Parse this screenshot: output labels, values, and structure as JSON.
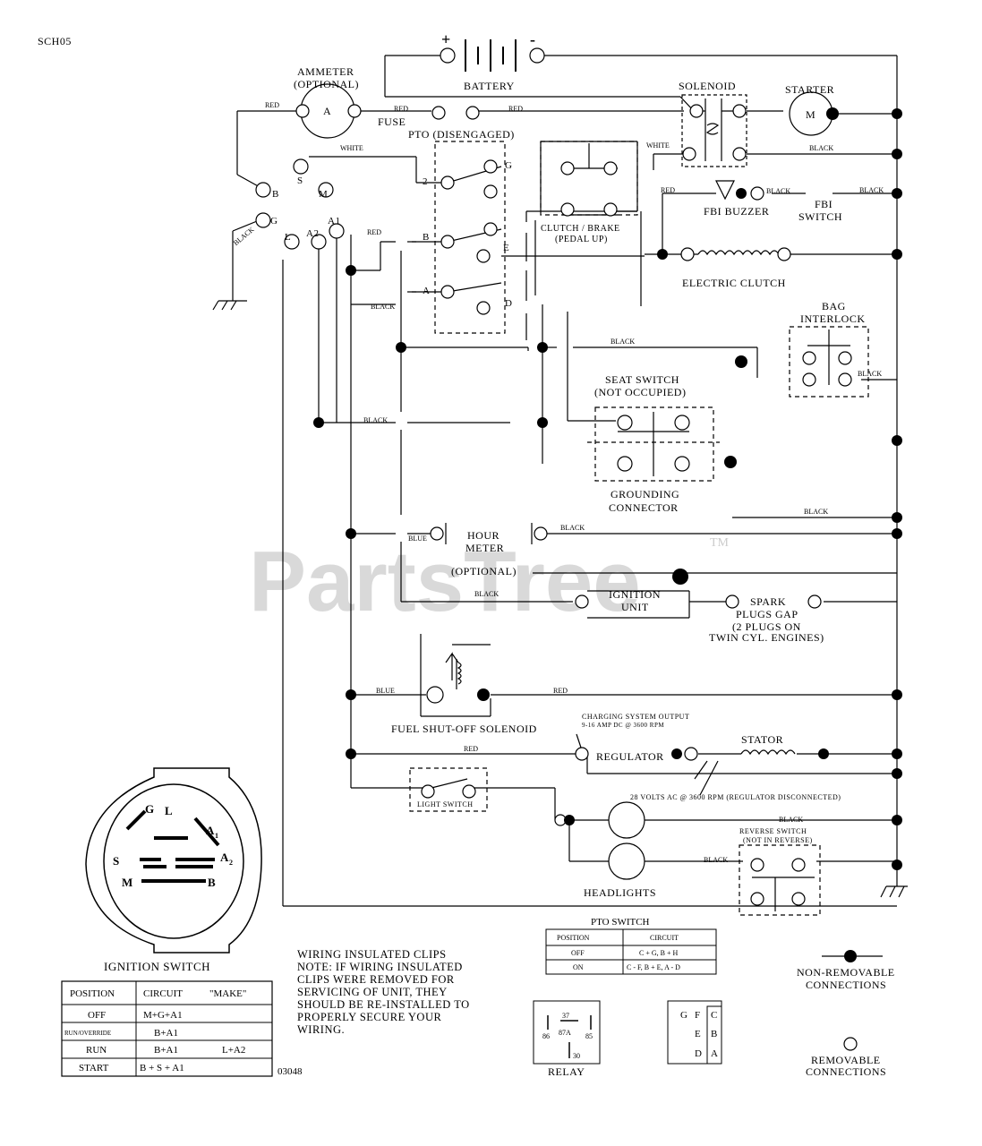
{
  "sheet_code": "SCH05",
  "drawing_number": "03048",
  "watermark": "PartsTree",
  "watermark_mark": "TM",
  "components": {
    "battery": "BATTERY",
    "battery_pos": "+",
    "battery_neg": "-",
    "ammeter_l1": "AMMETER",
    "ammeter_l2": "(OPTIONAL)",
    "ammeter_sym": "A",
    "fuse": "FUSE",
    "solenoid": "SOLENOID",
    "starter": "STARTER",
    "starter_sym": "M",
    "pto": "PTO (DISENGAGED)",
    "clutch_brake_l1": "CLUTCH / BRAKE",
    "clutch_brake_l2": "(PEDAL UP)",
    "fbi_buzzer": "FBI BUZZER",
    "fbi_switch_l1": "FBI",
    "fbi_switch_l2": "SWITCH",
    "electric_clutch": "ELECTRIC CLUTCH",
    "bag_interlock_l1": "BAG",
    "bag_interlock_l2": "INTERLOCK",
    "seat_switch_l1": "SEAT SWITCH",
    "seat_switch_l2": "(NOT OCCUPIED)",
    "grounding_l1": "GROUNDING",
    "grounding_l2": "CONNECTOR",
    "hour_meter_l1": "HOUR",
    "hour_meter_l2": "METER",
    "hour_meter_opt": "(OPTIONAL)",
    "ignition_unit_l1": "IGNITION",
    "ignition_unit_l2": "UNIT",
    "spark_l1": "SPARK",
    "spark_l2": "PLUGS GAP",
    "spark_l3": "(2 PLUGS ON",
    "spark_l4": "TWIN CYL. ENGINES)",
    "fuel_solenoid": "FUEL SHUT-OFF SOLENOID",
    "charging_l1": "CHARGING SYSTEM OUTPUT",
    "charging_l2": "9-16 AMP DC @ 3600 RPM",
    "regulator": "REGULATOR",
    "stator": "STATOR",
    "stator_ac": "28 VOLTS AC @ 3600 RPM (REGULATOR DISCONNECTED)",
    "light_switch": "LIGHT SWITCH",
    "headlights": "HEADLIGHTS",
    "reverse_l1": "REVERSE SWITCH",
    "reverse_l2": "(NOT IN REVERSE)",
    "ignition_switch": "IGNITION SWITCH",
    "relay": "RELAY"
  },
  "wire_colors": {
    "red": "RED",
    "white": "WHITE",
    "white2": "WHITE",
    "black": "BLACK",
    "blue": "BLUE"
  },
  "terminals": {
    "pto_2": "2",
    "pto_g": "G",
    "pto_b": "B",
    "pto_e": "E",
    "pto_a": "A",
    "pto_d": "D",
    "ign_b": "B",
    "ign_s": "S",
    "ign_m": "M",
    "ign_g": "G",
    "ign_l": "L",
    "ign_a2": "A2",
    "ign_a1": "A1"
  },
  "ignition_diagram": {
    "g": "G",
    "l": "L",
    "a1": "A",
    "a1_sub": "1",
    "s": "S",
    "a2": "A",
    "a2_sub": "2",
    "m": "M",
    "b": "B"
  },
  "note": [
    "WIRING INSULATED CLIPS",
    "NOTE: IF WIRING INSULATED",
    "CLIPS WERE REMOVED FOR",
    "SERVICING OF UNIT, THEY",
    "SHOULD BE RE-INSTALLED TO",
    "PROPERLY SECURE YOUR",
    "WIRING."
  ],
  "ignition_table": {
    "headers": [
      "POSITION",
      "CIRCUIT",
      "\"MAKE\""
    ],
    "rows": [
      [
        "OFF",
        "M+G+A1",
        ""
      ],
      [
        "RUN/OVERRIDE",
        "B+A1",
        ""
      ],
      [
        "RUN",
        "B+A1",
        "L+A2"
      ],
      [
        "START",
        "B + S + A1",
        ""
      ]
    ]
  },
  "pto_table": {
    "title": "PTO SWITCH",
    "headers": [
      "POSITION",
      "CIRCUIT"
    ],
    "rows": [
      [
        "OFF",
        "C + G, B + H"
      ],
      [
        "ON",
        "C - F, B + E, A - D"
      ]
    ]
  },
  "relay_pins": {
    "p37": "37",
    "p87a": "87A",
    "p86": "86",
    "p85": "85",
    "p30": "30"
  },
  "pto_pins": {
    "g": "G",
    "f": "F",
    "c": "C",
    "e": "E",
    "b": "B",
    "d": "D",
    "a": "A"
  },
  "legend": {
    "nonremovable_l1": "NON-REMOVABLE",
    "nonremovable_l2": "CONNECTIONS",
    "removable_l1": "REMOVABLE",
    "removable_l2": "CONNECTIONS"
  }
}
